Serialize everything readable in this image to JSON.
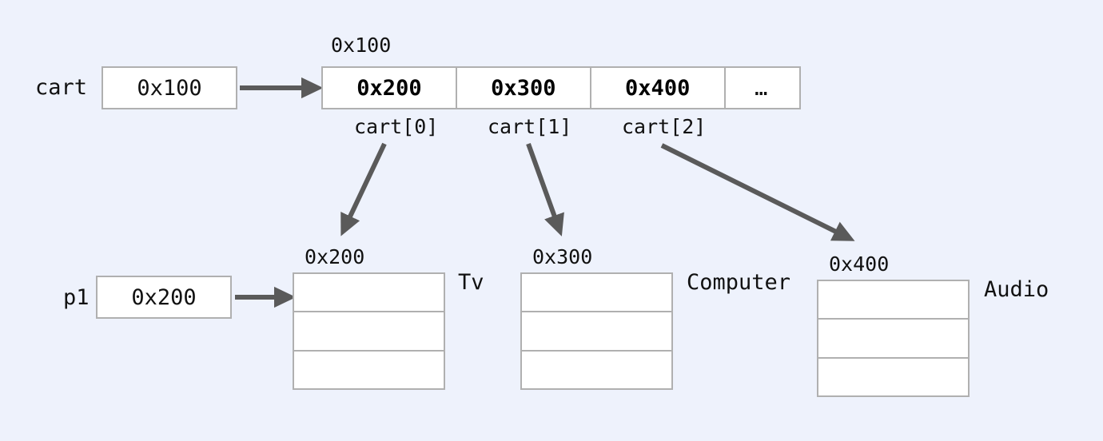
{
  "diagram": {
    "background_color": "#eef2fc",
    "arrow_color": "#5a5a5a",
    "box_border_color": "#b0b0b0",
    "box_fill_color": "#ffffff"
  },
  "pointer_vars": [
    {
      "name": "cart",
      "value": "0x100",
      "points_to": "0x100"
    },
    {
      "name": "p1",
      "value": "0x200",
      "points_to": "0x200"
    }
  ],
  "array": {
    "address_label": "0x100",
    "cells": [
      {
        "value": "0x200",
        "index_label": "cart[0]"
      },
      {
        "value": "0x300",
        "index_label": "cart[1]"
      },
      {
        "value": "0x400",
        "index_label": "cart[2]"
      },
      {
        "value": "…",
        "index_label": ""
      }
    ]
  },
  "objects": [
    {
      "address_label": "0x200",
      "name": "Tv",
      "rows": [
        "",
        "",
        ""
      ]
    },
    {
      "address_label": "0x300",
      "name": "Computer",
      "rows": [
        "",
        "",
        ""
      ]
    },
    {
      "address_label": "0x400",
      "name": "Audio",
      "rows": [
        "",
        "",
        ""
      ]
    }
  ]
}
